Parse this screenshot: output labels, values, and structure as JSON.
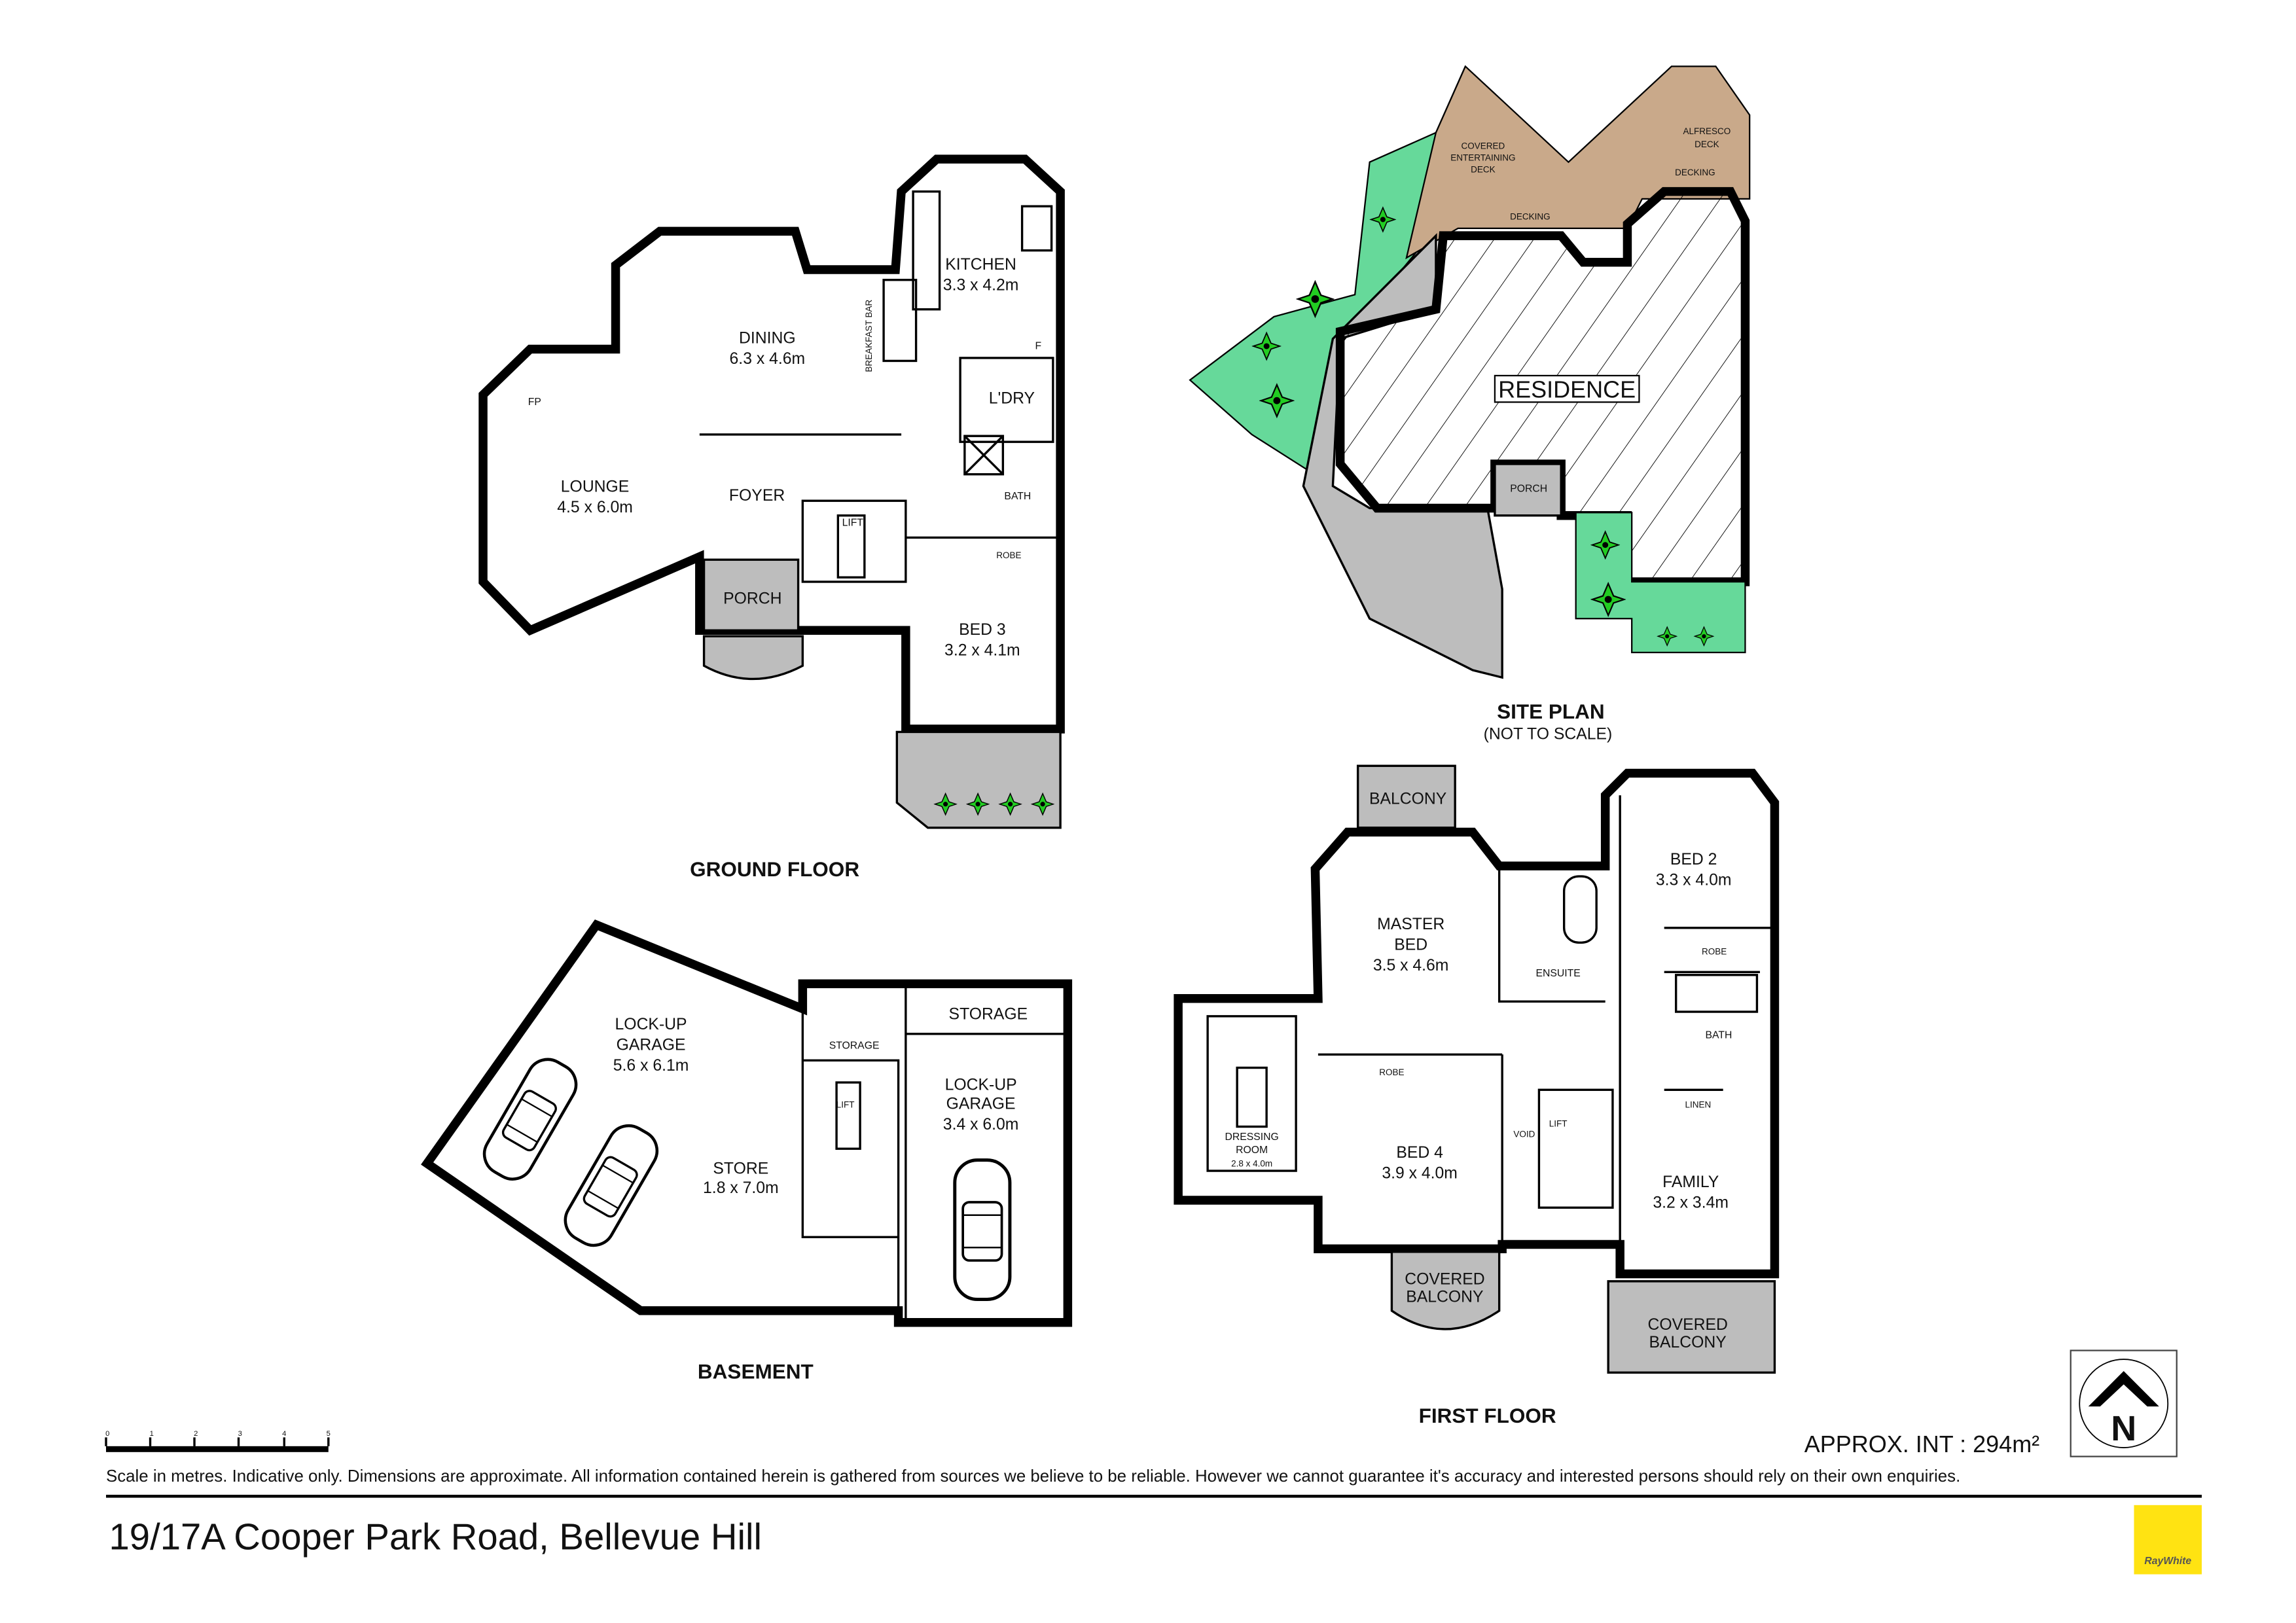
{
  "ground_floor": {
    "title": "GROUND FLOOR",
    "rooms": {
      "kitchen": {
        "name": "KITCHEN",
        "size": "3.3 x 4.2m"
      },
      "dining": {
        "name": "DINING",
        "size": "6.3 x 4.6m"
      },
      "breakfast_bar": "BREAKFAST BAR",
      "fridge": "F",
      "laundry": "L'DRY",
      "fireplace": "FP",
      "lounge": {
        "name": "LOUNGE",
        "size": "4.5 x 6.0m"
      },
      "foyer": "FOYER",
      "lift": "LIFT",
      "bath": "BATH",
      "porch": "PORCH",
      "robe": "ROBE",
      "bed3": {
        "name": "BED 3",
        "size": "3.2 x 4.1m"
      }
    }
  },
  "site_plan": {
    "title": "SITE PLAN",
    "subtitle": "(NOT TO SCALE)",
    "covered_deck": [
      "COVERED",
      "ENTERTAINING",
      "DECK"
    ],
    "alfresco": [
      "ALFRESCO",
      "DECK"
    ],
    "decking_1": "DECKING",
    "decking_2": "DECKING",
    "residence": "RESIDENCE",
    "porch": "PORCH"
  },
  "first_floor": {
    "title": "FIRST FLOOR",
    "rooms": {
      "balcony": "BALCONY",
      "master": {
        "name1": "MASTER",
        "name2": "BED",
        "size": "3.5 x 4.6m"
      },
      "ensuite": "ENSUITE",
      "bed2": {
        "name": "BED 2",
        "size": "3.3 x 4.0m"
      },
      "robe_bed2": "ROBE",
      "bath": "BATH",
      "linen": "LINEN",
      "robe_bed4": "ROBE",
      "dressing": {
        "name1": "DRESSING",
        "name2": "ROOM",
        "size": "2.8 x 4.0m"
      },
      "bed4": {
        "name": "BED 4",
        "size": "3.9 x 4.0m"
      },
      "void": "VOID",
      "lift": "LIFT",
      "family": {
        "name": "FAMILY",
        "size": "3.2 x 3.4m"
      },
      "covered_balcony_1": [
        "COVERED",
        "BALCONY"
      ],
      "covered_balcony_2": [
        "COVERED",
        "BALCONY"
      ]
    }
  },
  "basement": {
    "title": "BASEMENT",
    "rooms": {
      "garage_1": {
        "name1": "LOCK-UP",
        "name2": "GARAGE",
        "size": "5.6 x 6.1m"
      },
      "storage_1": "STORAGE",
      "storage_2": "STORAGE",
      "lift": "LIFT",
      "garage_2": {
        "name1": "LOCK-UP",
        "name2": "GARAGE",
        "size": "3.4 x 6.0m"
      },
      "store": {
        "name": "STORE",
        "size": "1.8 x 7.0m"
      }
    }
  },
  "footer": {
    "scale_ticks": [
      "0",
      "1",
      "2",
      "3",
      "4",
      "5"
    ],
    "approx_int": "APPROX. INT :  294m²",
    "disclaimer": "Scale in metres. Indicative only. Dimensions are approximate. All information contained herein is gathered from sources we believe to be reliable. However we cannot guarantee it's accuracy and interested persons should rely on their own enquiries.",
    "address": "19/17A Cooper Park Road, Bellevue Hill",
    "north": "N",
    "logo": "RayWhite"
  },
  "colors": {
    "deck": "#c9a98a",
    "garden": "#66d99a",
    "paving": "#bdbdbd",
    "logo": "#ffe312"
  }
}
